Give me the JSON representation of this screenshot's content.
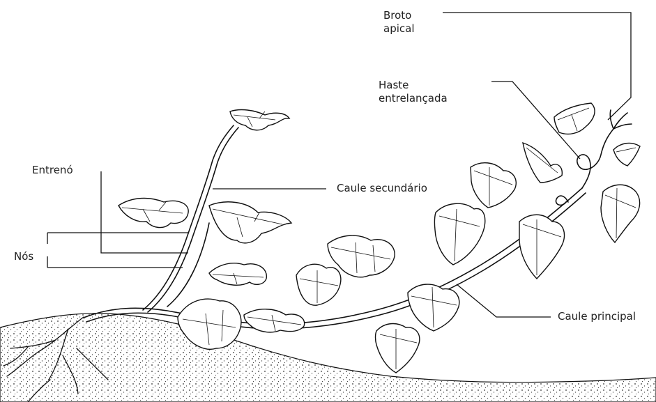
{
  "labels": {
    "broto_apical": "Broto\napical",
    "haste": "Haste\nentrelançada",
    "entreno": "Entrenó",
    "caule_secundario": "Caule secundário",
    "nos": "Nós",
    "caule_principal": "Caule principal"
  }
}
